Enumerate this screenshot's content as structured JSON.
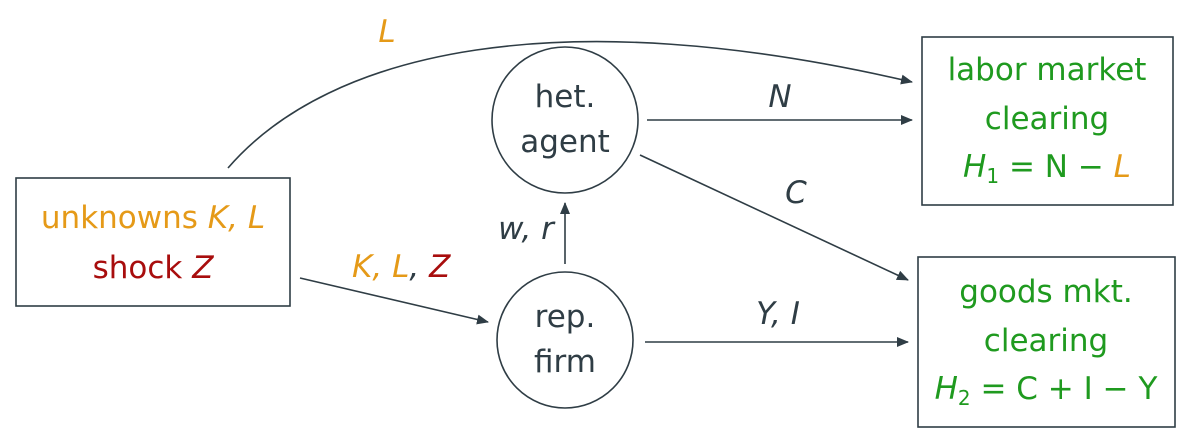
{
  "colors": {
    "ink": "#2f3d45",
    "orange": "#e59a18",
    "red": "#a80d0d",
    "green": "#1f9a1f"
  },
  "nodes": {
    "unknowns": {
      "line1_text": "unknowns",
      "line1_vars": "K, L",
      "line2_text": "shock",
      "line2_var": "Z"
    },
    "het_agent": {
      "line1": "het.",
      "line2": "agent"
    },
    "rep_firm": {
      "line1": "rep.",
      "line2": "firm"
    },
    "labor_market": {
      "line1": "labor market",
      "line2": "clearing",
      "eq_lhs": "H",
      "eq_sub": "1",
      "eq_mid": " = N − ",
      "eq_last": "L"
    },
    "goods_market": {
      "line1": "goods mkt.",
      "line2": "clearing",
      "eq_lhs": "H",
      "eq_sub": "2",
      "eq_rest": " = C + I − Y"
    }
  },
  "edges": {
    "unknowns_to_labor": "L",
    "unknowns_to_firm_K": "K",
    "unknowns_to_firm_L": "L",
    "unknowns_to_firm_Z": "Z",
    "firm_to_agent": "w, r",
    "agent_to_labor": "N",
    "agent_to_goods": "C",
    "firm_to_goods": "Y, I"
  }
}
